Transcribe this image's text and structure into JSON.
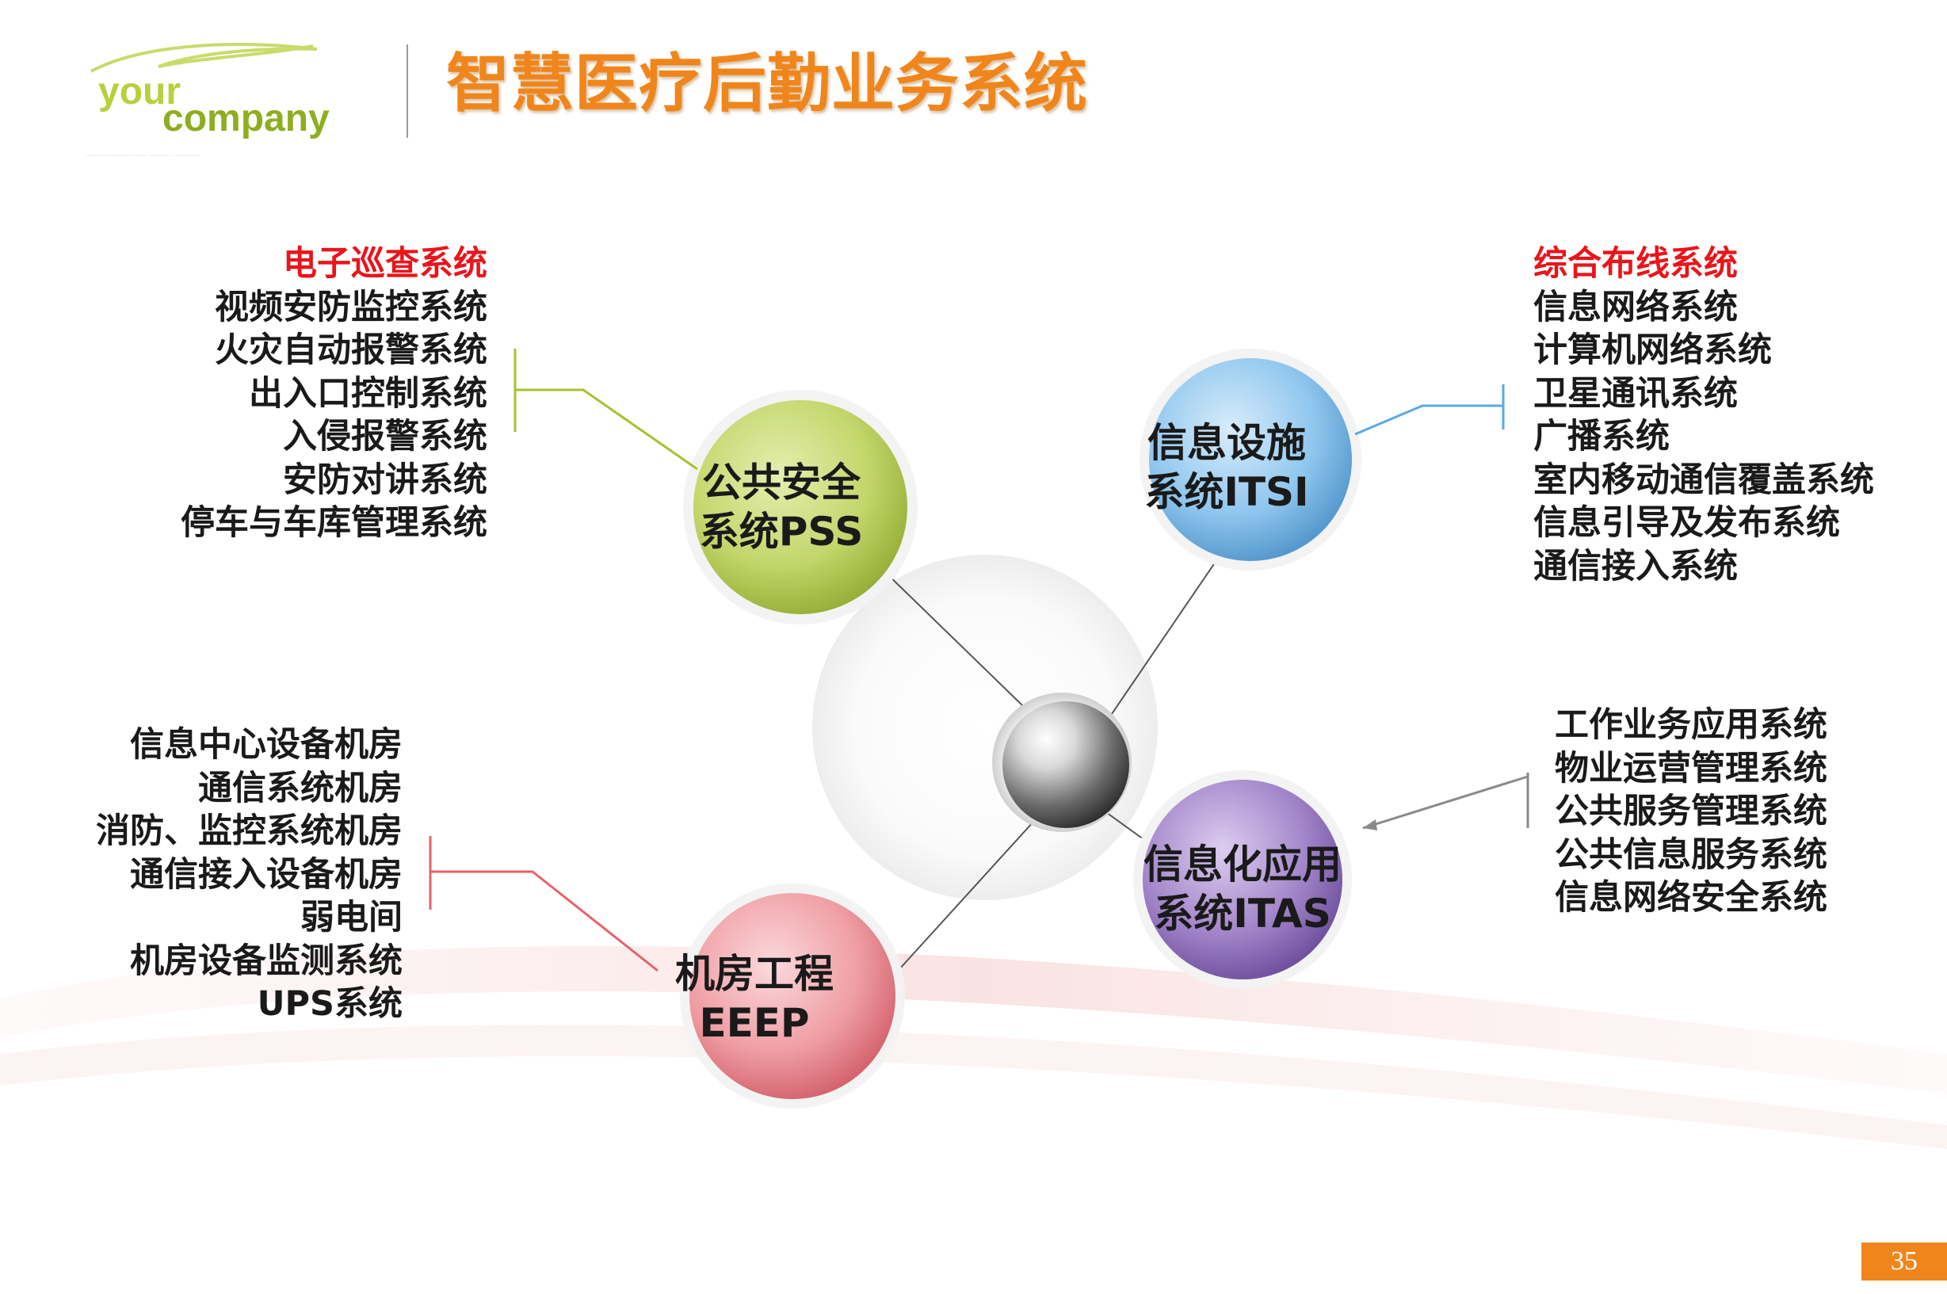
{
  "title": "智慧医疗后勤业务系统",
  "logo": {
    "line1": "your",
    "line2": "company",
    "fine_print": "·········· ··············   ········· ············ ················"
  },
  "page_number": "35",
  "nodes": {
    "pss": {
      "line1": "公共安全",
      "line2": "系统PSS",
      "color": "#c3d66a"
    },
    "itsi": {
      "line1": "信息设施",
      "line2": "系统ITSI",
      "color": "#8fc6ee"
    },
    "eeep": {
      "line1": "机房工程",
      "line2": "EEEP",
      "color": "#ef9ea4"
    },
    "itas": {
      "line1": "信息化应用",
      "line2": "系统ITAS",
      "color": "#a285c9"
    }
  },
  "lists": {
    "pss": [
      "电子巡查系统",
      "视频安防监控系统",
      "火灾自动报警系统",
      "出入口控制系统",
      "入侵报警系统",
      "安防对讲系统",
      "停车与车库管理系统"
    ],
    "itsi": [
      "综合布线系统",
      "信息网络系统",
      "计算机网络系统",
      "卫星通讯系统",
      "广播系统",
      "室内移动通信覆盖系统",
      "信息引导及发布系统",
      "通信接入系统"
    ],
    "eeep": [
      "信息中心设备机房",
      "通信系统机房",
      "消防、监控系统机房",
      "通信接入设备机房",
      "弱电间",
      "机房设备监测系统",
      "UPS系统"
    ],
    "itas": [
      "工作业务应用系统",
      "物业运营管理系统",
      "公共服务管理系统",
      "公共信息服务系统",
      "信息网络安全系统"
    ]
  },
  "colors": {
    "title": "#f0861b",
    "highlight": "#e8151b",
    "pss_connector": "#a6c22f",
    "itsi_connector": "#5aa9e6",
    "eeep_connector": "#e8616b",
    "itas_connector": "#8a8a8a"
  }
}
